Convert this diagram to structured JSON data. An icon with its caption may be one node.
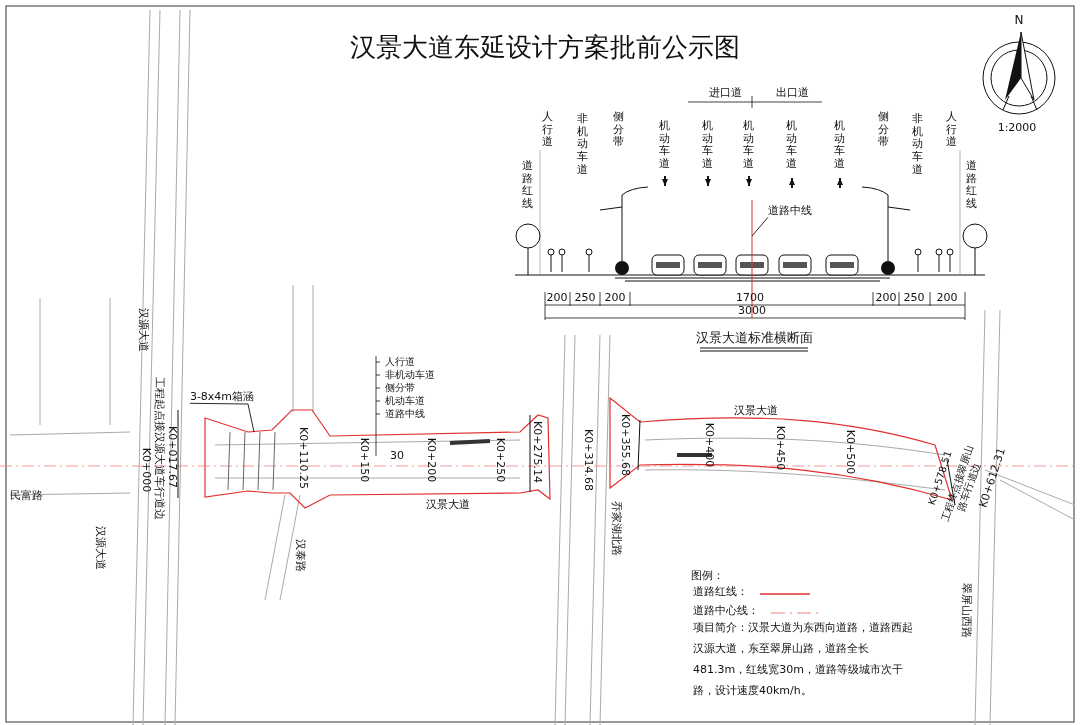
{
  "diagram": {
    "title": "汉景大道东延设计方案批前公示图",
    "nodes": [
      {
        "text": [
          "3-8x4m箱涵"
        ]
      },
      {
        "text": [
          "道路中线"
        ]
      }
    ],
    "edges": [
      {
        "from": 0,
        "to": null,
        "arrow": "none"
      },
      {
        "from": 1,
        "to": null,
        "arrow": "none"
      }
    ],
    "labels": [
      "N",
      "1:2000",
      "进口道",
      "出口道",
      "人行道",
      "非机动车道",
      "侧分带",
      "机动车道",
      "机动车道",
      "机动车道",
      "机动车道",
      "机动车道",
      "侧分带",
      "非机动车道",
      "人行道",
      "道路红线",
      "道路红线",
      "200",
      "250",
      "200",
      "1700",
      "200",
      "250",
      "200",
      "3000",
      "汉景大道标准横断面",
      "汉源大道",
      "民富路",
      "汉源大道",
      "K0+000",
      "K0+017.67",
      "工程起点接汉源大道车行道边",
      "K0+110.25",
      "汉泰路",
      "K0+150",
      "人行道",
      "非机动车道",
      "侧分带",
      "机动车道",
      "道路中线",
      "30",
      "K0+200",
      "K0+250",
      "汉景大道",
      "K0+275.14",
      "K0+314.68",
      "乔家湖北路",
      "K0+355.68",
      "汉景大道",
      "K0+400",
      "K0+450",
      "K0+500",
      "K0+578.51",
      "工程终点接翠屏山路车行道边",
      "K0+612.31",
      "翠屏山西路",
      "图例：",
      "项目简介：汉景大道为东西向道路，道路西起汉源大道，东至翠屏山路，道路全长481.3m，红线宽30m，道路等级城市次干路，设计速度40km/h。"
    ],
    "legend": [
      {
        "text": "道路红线："
      },
      {
        "text": "道路中心线："
      }
    ]
  }
}
